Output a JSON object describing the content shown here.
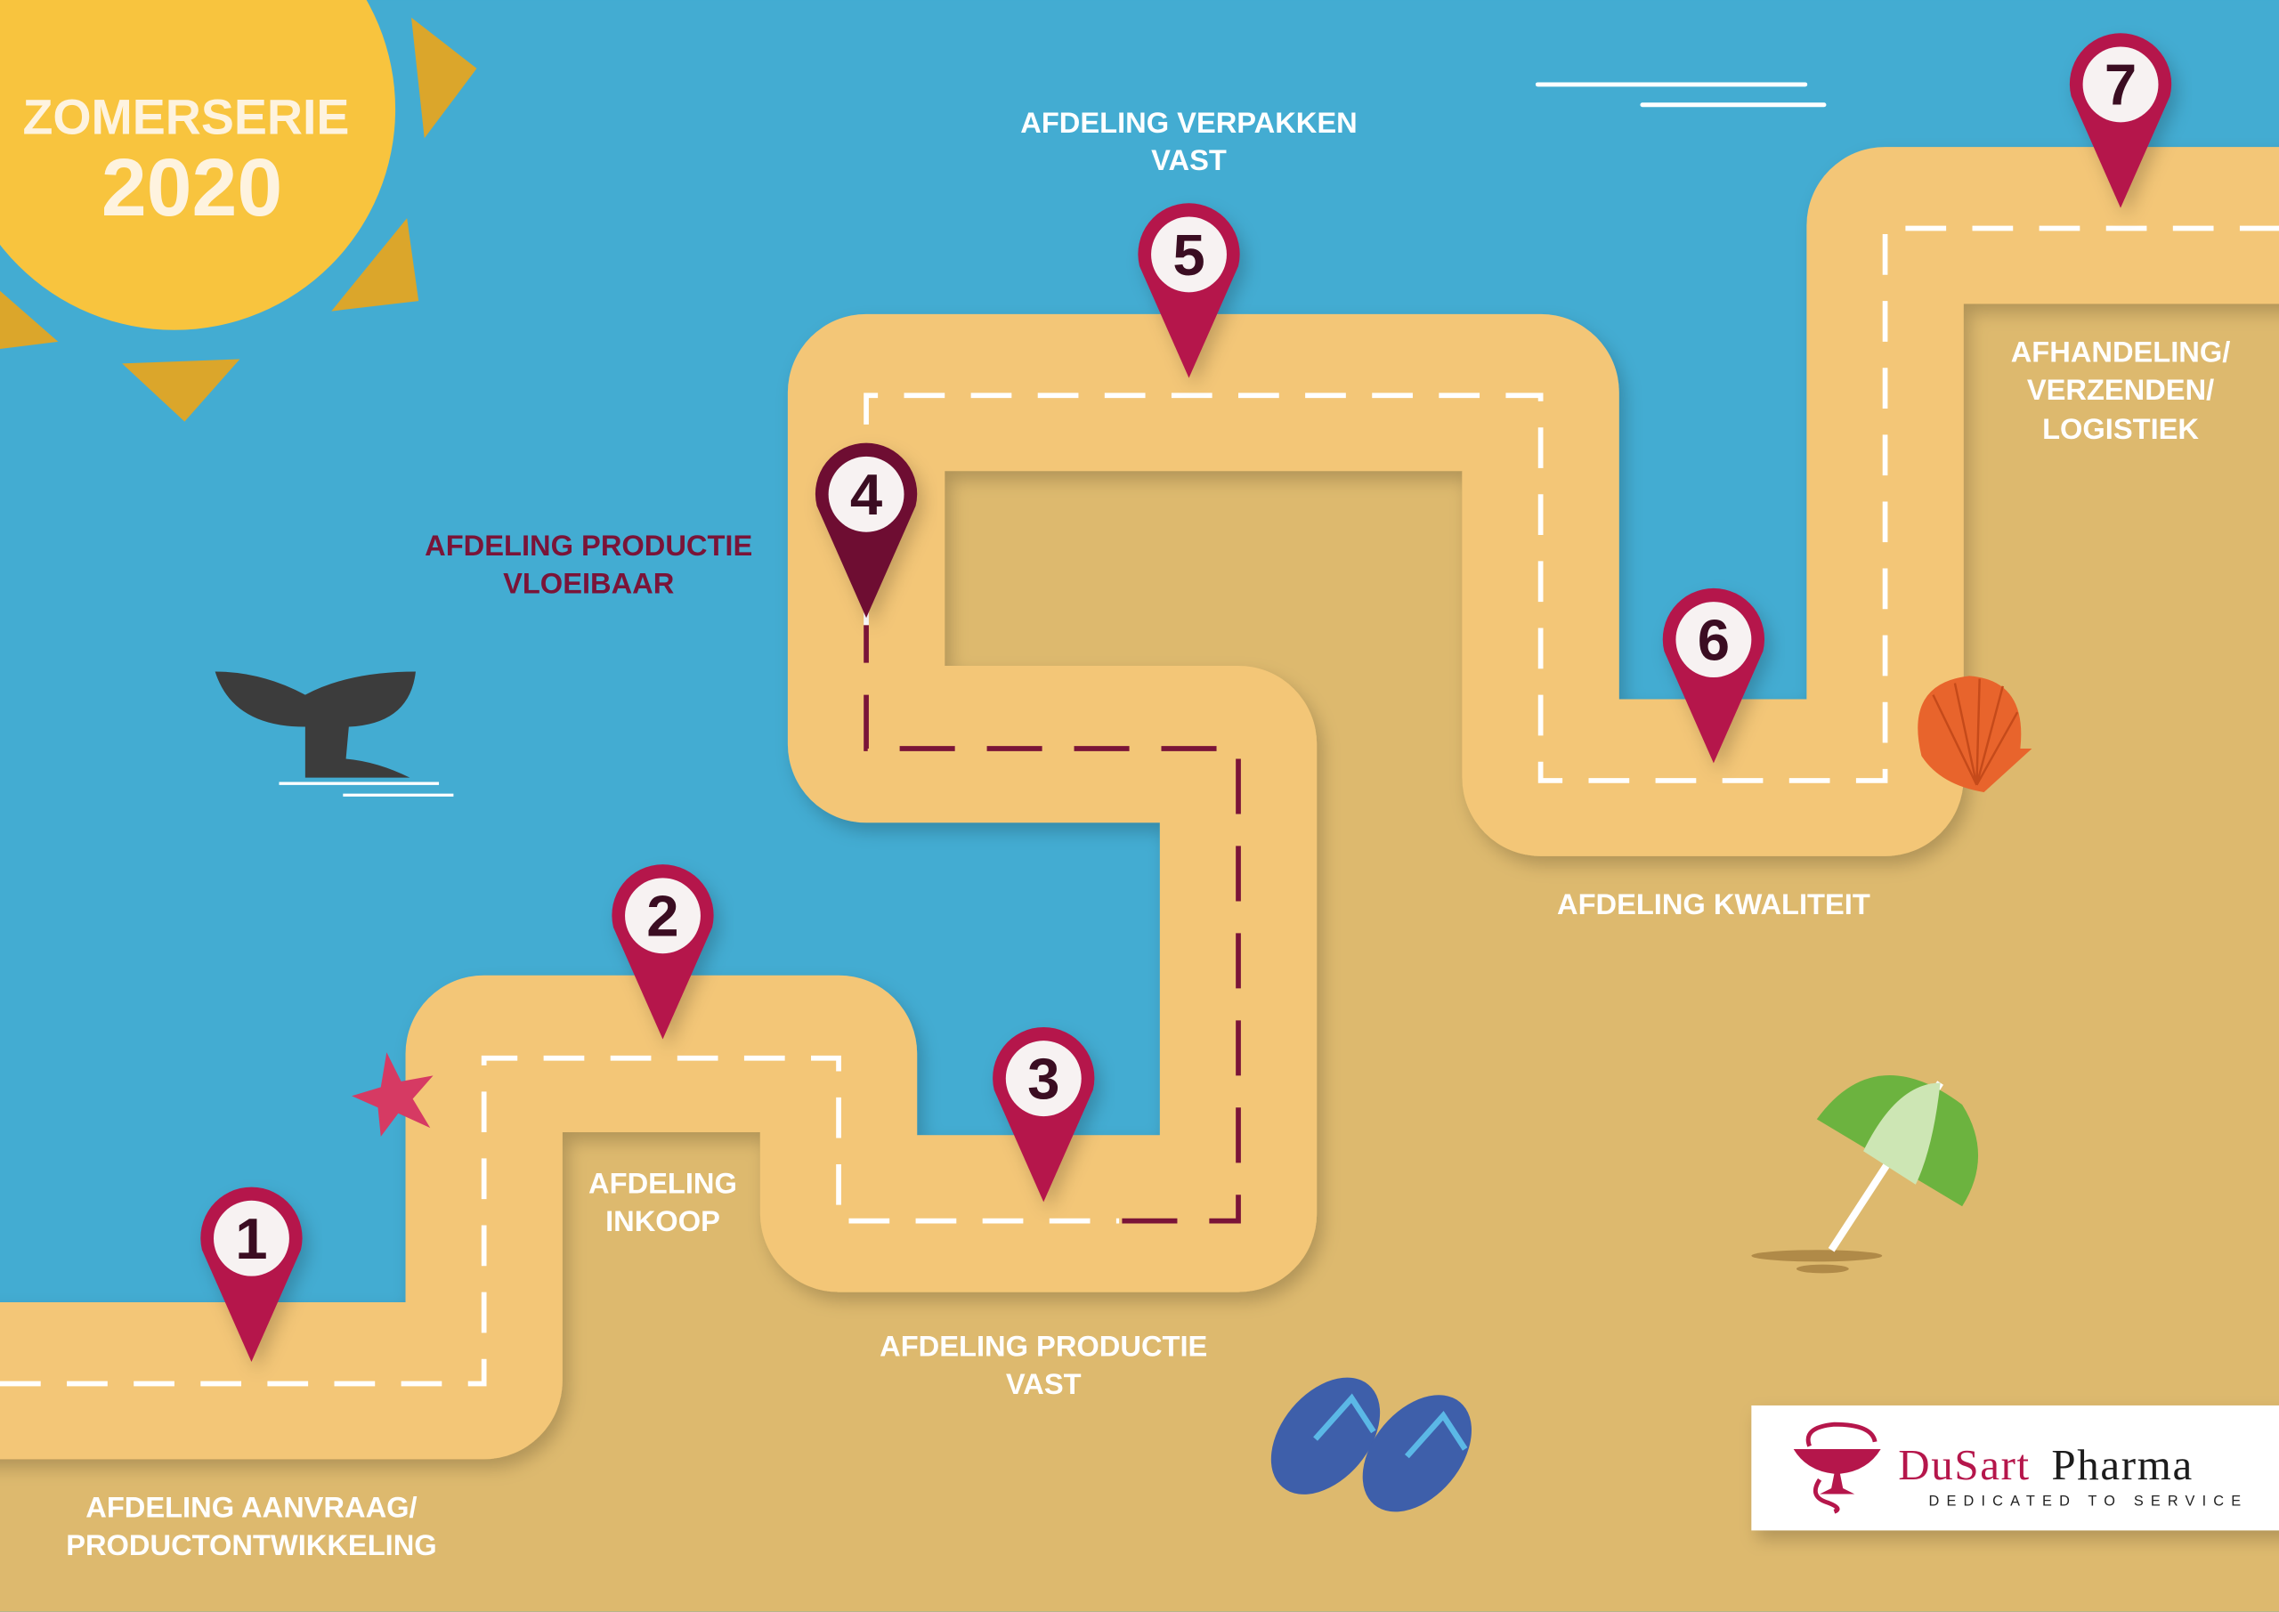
{
  "title": {
    "line1": "ZOMERSERIE",
    "line2": "2020"
  },
  "colors": {
    "sea": "#43ACD2",
    "sand": "#DDB96E",
    "road": "#F3C677",
    "pin": "#B5174B",
    "pin_active": "#6E1033",
    "sun": "#F8C43E",
    "sun_rays": "#DBA62B"
  },
  "stops": [
    {
      "number": "1",
      "label": [
        "AFDELING AANVRAAG/",
        "PRODUCTONTWIKKELING"
      ]
    },
    {
      "number": "2",
      "label": [
        "AFDELING",
        "INKOOP"
      ]
    },
    {
      "number": "3",
      "label": [
        "AFDELING PRODUCTIE",
        "VAST"
      ]
    },
    {
      "number": "4",
      "label": [
        "AFDELING PRODUCTIE",
        "VLOEIBAAR"
      ],
      "highlighted": true
    },
    {
      "number": "5",
      "label": [
        "AFDELING VERPAKKEN",
        "VAST"
      ]
    },
    {
      "number": "6",
      "label": [
        "AFDELING KWALITEIT"
      ]
    },
    {
      "number": "7",
      "label": [
        "AFHANDELING/",
        "VERZENDEN/",
        "LOGISTIEK"
      ]
    }
  ],
  "logo": {
    "brand_part1": "DuSart",
    "brand_part2": "Pharma",
    "tagline": "DEDICATED TO SERVICE"
  }
}
